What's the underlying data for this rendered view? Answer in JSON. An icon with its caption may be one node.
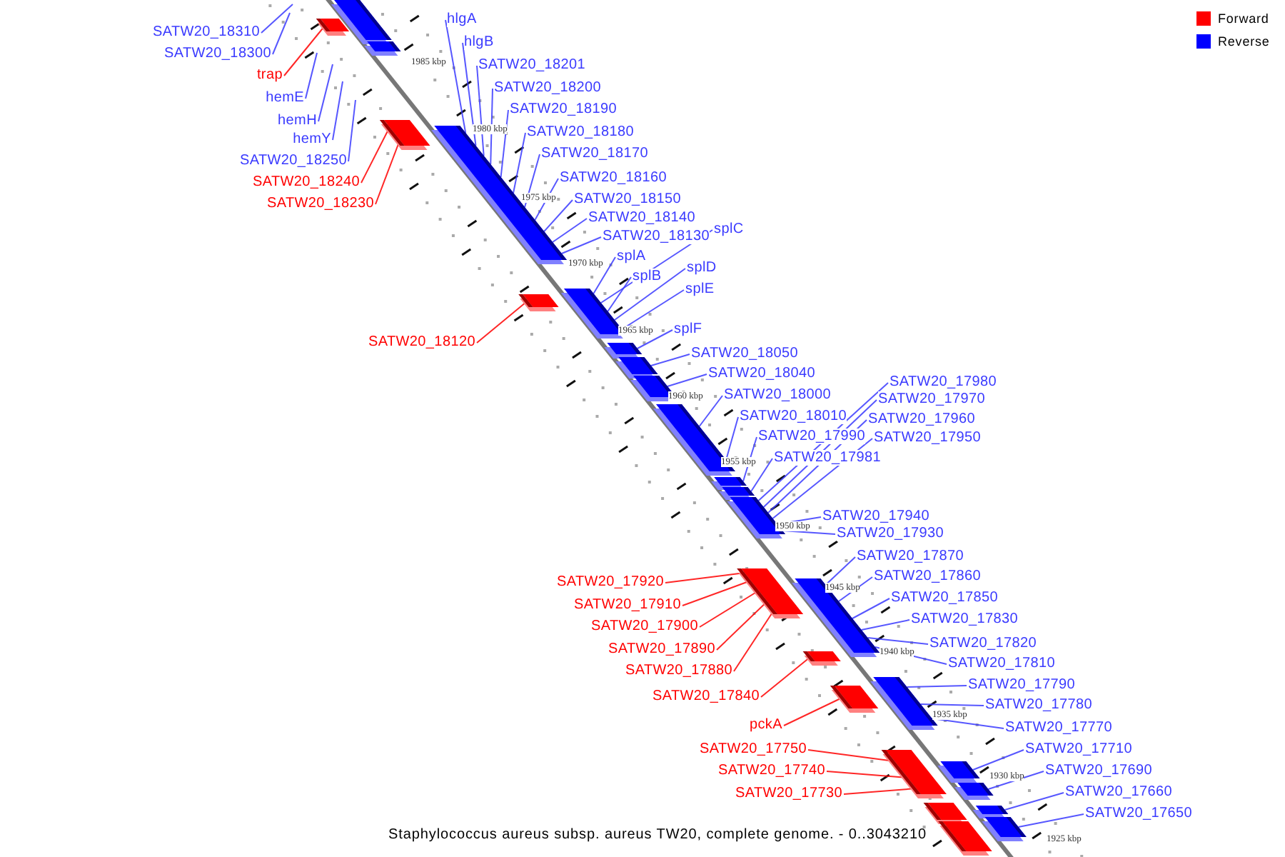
{
  "diagram": {
    "caption": "Staphylococcus aureus subsp. aureus TW20, complete genome. - 0..3043210",
    "nodes": [
      {
        "text": [
          "SATW20_18310"
        ]
      },
      {
        "text": [
          "hlgA"
        ]
      },
      {
        "text": [
          "hlgB"
        ]
      },
      {
        "text": [
          "SATW20_18300"
        ]
      },
      {
        "text": [
          "SATW20_18201"
        ]
      },
      {
        "text": [
          "trap"
        ]
      },
      {
        "text": [
          "SATW20_18200"
        ]
      },
      {
        "text": [
          "hemE"
        ]
      },
      {
        "text": [
          "SATW20_18190"
        ]
      },
      {
        "text": [
          "hemH"
        ]
      },
      {
        "text": [
          "SATW20_18180"
        ]
      },
      {
        "text": [
          "hemY"
        ]
      },
      {
        "text": [
          "SATW20_18170"
        ]
      },
      {
        "text": [
          "SATW20_18250"
        ]
      },
      {
        "text": [
          "SATW20_18160"
        ]
      },
      {
        "text": [
          "SATW20_18240"
        ]
      },
      {
        "text": [
          "SATW20_18150"
        ]
      },
      {
        "text": [
          "SATW20_18230"
        ]
      },
      {
        "text": [
          "SATW20_18140"
        ]
      },
      {
        "text": [
          "splC"
        ]
      },
      {
        "text": [
          "SATW20_18130"
        ]
      },
      {
        "text": [
          "splA"
        ]
      },
      {
        "text": [
          "splD"
        ]
      },
      {
        "text": [
          "splB"
        ]
      },
      {
        "text": [
          "splE"
        ]
      },
      {
        "text": [
          "splF"
        ]
      },
      {
        "text": [
          "SATW20_18120"
        ]
      },
      {
        "text": [
          "SATW20_18050"
        ]
      },
      {
        "text": [
          "SATW20_18040"
        ]
      },
      {
        "text": [
          "SATW20_17980"
        ]
      },
      {
        "text": [
          "SATW20_18000"
        ]
      },
      {
        "text": [
          "SATW20_17970"
        ]
      },
      {
        "text": [
          "SATW20_18010"
        ]
      },
      {
        "text": [
          "SATW20_17960"
        ]
      },
      {
        "text": [
          "SATW20_17990"
        ]
      },
      {
        "text": [
          "SATW20_17950"
        ]
      },
      {
        "text": [
          "SATW20_17981"
        ]
      },
      {
        "text": [
          "SATW20_17940"
        ]
      },
      {
        "text": [
          "SATW20_17930"
        ]
      },
      {
        "text": [
          "SATW20_17870"
        ]
      },
      {
        "text": [
          "SATW20_17860"
        ]
      },
      {
        "text": [
          "SATW20_17920"
        ]
      },
      {
        "text": [
          "SATW20_17850"
        ]
      },
      {
        "text": [
          "SATW20_17910"
        ]
      },
      {
        "text": [
          "SATW20_17830"
        ]
      },
      {
        "text": [
          "SATW20_17900"
        ]
      },
      {
        "text": [
          "SATW20_17820"
        ]
      },
      {
        "text": [
          "SATW20_17890"
        ]
      },
      {
        "text": [
          "SATW20_17810"
        ]
      },
      {
        "text": [
          "SATW20_17880"
        ]
      },
      {
        "text": [
          "SATW20_17790"
        ]
      },
      {
        "text": [
          "SATW20_17840"
        ]
      },
      {
        "text": [
          "SATW20_17780"
        ]
      },
      {
        "text": [
          "pckA"
        ]
      },
      {
        "text": [
          "SATW20_17770"
        ]
      },
      {
        "text": [
          "SATW20_17710"
        ]
      },
      {
        "text": [
          "SATW20_17750"
        ]
      },
      {
        "text": [
          "SATW20_17690"
        ]
      },
      {
        "text": [
          "SATW20_17740"
        ]
      },
      {
        "text": [
          "SATW20_17660"
        ]
      },
      {
        "text": [
          "SATW20_17730"
        ]
      },
      {
        "text": [
          "SATW20_17650"
        ]
      },
      {
        "text": [],
        "shape": "bar"
      },
      {
        "text": [],
        "shape": "bar"
      },
      {
        "text": [],
        "shape": "bar"
      },
      {
        "text": [],
        "shape": "bar"
      },
      {
        "text": [],
        "shape": "bar"
      },
      {
        "text": [],
        "shape": "bar"
      },
      {
        "text": [],
        "shape": "bar"
      },
      {
        "text": [],
        "shape": "bar"
      },
      {
        "text": [],
        "shape": "bar"
      },
      {
        "text": [],
        "shape": "bar"
      },
      {
        "text": [],
        "shape": "bar"
      },
      {
        "text": [],
        "shape": "bar"
      },
      {
        "text": [],
        "shape": "bar"
      },
      {
        "text": [],
        "shape": "bar"
      },
      {
        "text": [],
        "shape": "bar"
      },
      {
        "text": [],
        "shape": "bar"
      },
      {
        "text": [],
        "shape": "bar"
      },
      {
        "text": [],
        "shape": "bar"
      },
      {
        "text": [],
        "shape": "bar"
      },
      {
        "text": [],
        "shape": "bar"
      },
      {
        "text": [],
        "shape": "bar"
      },
      {
        "text": [],
        "shape": "bar"
      },
      {
        "text": [],
        "shape": "bar"
      },
      {
        "text": [],
        "shape": "bar"
      },
      {
        "text": [],
        "shape": "bar"
      },
      {
        "text": [],
        "shape": "bar"
      },
      {
        "text": [],
        "shape": "bar"
      },
      {
        "text": [],
        "shape": "bar"
      },
      {
        "text": [],
        "shape": "bar"
      },
      {
        "text": [],
        "shape": "bar"
      },
      {
        "text": [],
        "shape": "bar"
      },
      {
        "text": [],
        "shape": "bar"
      },
      {
        "text": [],
        "shape": "bar"
      },
      {
        "text": [],
        "shape": "bar"
      },
      {
        "text": [],
        "shape": "bar"
      },
      {
        "text": [],
        "shape": "bar"
      },
      {
        "text": [],
        "shape": "bar"
      },
      {
        "text": [],
        "shape": "bar"
      },
      {
        "text": [],
        "shape": "bar"
      },
      {
        "text": [],
        "shape": "bar"
      },
      {
        "text": [],
        "shape": "bar"
      },
      {
        "text": [],
        "shape": "bar"
      },
      {
        "text": [],
        "shape": "bar"
      },
      {
        "text": [],
        "shape": "bar"
      },
      {
        "text": [],
        "shape": "bar"
      },
      {
        "text": [],
        "shape": "bar"
      },
      {
        "text": [],
        "shape": "bar"
      },
      {
        "text": [],
        "shape": "bar"
      },
      {
        "text": [],
        "shape": "bar"
      },
      {
        "text": [],
        "shape": "bar"
      },
      {
        "text": [],
        "shape": "bar"
      },
      {
        "text": [],
        "shape": "bar"
      },
      {
        "text": [],
        "shape": "bar"
      },
      {
        "text": [],
        "shape": "bar"
      },
      {
        "text": [],
        "shape": "bar"
      },
      {
        "text": [],
        "shape": "bar"
      },
      {
        "text": [],
        "shape": "bar"
      },
      {
        "text": [],
        "shape": "bar"
      },
      {
        "text": [],
        "shape": "bar"
      },
      {
        "text": [],
        "shape": "bar"
      },
      {
        "text": [],
        "shape": "bar"
      },
      {
        "text": [],
        "shape": "bar"
      },
      {
        "text": [],
        "shape": "bar"
      }
    ],
    "edges": [
      {
        "from": 0,
        "to": null,
        "arrow": "none"
      },
      {
        "from": 1,
        "to": 64,
        "arrow": "none"
      },
      {
        "from": 2,
        "to": 66,
        "arrow": "none"
      },
      {
        "from": 3,
        "to": null,
        "arrow": "none"
      },
      {
        "from": 4,
        "to": 67,
        "arrow": "none"
      },
      {
        "from": 5,
        "to": 62,
        "arrow": "none",
        "color": "#ff0000"
      },
      {
        "from": 6,
        "to": 68,
        "arrow": "none"
      },
      {
        "from": 7,
        "to": null,
        "arrow": "none"
      },
      {
        "from": 8,
        "to": 69,
        "arrow": "none"
      },
      {
        "from": 9,
        "to": null,
        "arrow": "none"
      },
      {
        "from": 10,
        "to": 70,
        "arrow": "none"
      },
      {
        "from": 11,
        "to": null,
        "arrow": "none"
      },
      {
        "from": 12,
        "to": 71,
        "arrow": "none"
      },
      {
        "from": 13,
        "to": null,
        "arrow": "none"
      },
      {
        "from": 14,
        "to": 72,
        "arrow": "none"
      },
      {
        "from": 15,
        "to": 63,
        "arrow": "none",
        "color": "#ff0000"
      },
      {
        "from": 16,
        "to": 73,
        "arrow": "none"
      },
      {
        "from": 17,
        "to": 65,
        "arrow": "none",
        "color": "#ff0000"
      },
      {
        "from": 18,
        "to": 74,
        "arrow": "none"
      },
      {
        "from": 19,
        "to": 78,
        "arrow": "none"
      },
      {
        "from": 20,
        "to": 75,
        "arrow": "none"
      },
      {
        "from": 21,
        "to": 76,
        "arrow": "none"
      },
      {
        "from": 22,
        "to": 80,
        "arrow": "none"
      },
      {
        "from": 23,
        "to": 79,
        "arrow": "none"
      },
      {
        "from": 24,
        "to": 81,
        "arrow": "none"
      },
      {
        "from": 25,
        "to": 82,
        "arrow": "none"
      },
      {
        "from": 26,
        "to": 77,
        "arrow": "none",
        "color": "#ff0000"
      },
      {
        "from": 27,
        "to": 83,
        "arrow": "none"
      },
      {
        "from": 28,
        "to": 84,
        "arrow": "none"
      },
      {
        "from": 29,
        "to": 89,
        "arrow": "none"
      },
      {
        "from": 30,
        "to": 85,
        "arrow": "none"
      },
      {
        "from": 31,
        "to": 90,
        "arrow": "none"
      },
      {
        "from": 32,
        "to": 86,
        "arrow": "none"
      },
      {
        "from": 33,
        "to": 91,
        "arrow": "none"
      },
      {
        "from": 34,
        "to": 87,
        "arrow": "none"
      },
      {
        "from": 35,
        "to": 92,
        "arrow": "none"
      },
      {
        "from": 36,
        "to": 88,
        "arrow": "none"
      },
      {
        "from": 37,
        "to": 93,
        "arrow": "none"
      },
      {
        "from": 38,
        "to": 94,
        "arrow": "none"
      },
      {
        "from": 39,
        "to": 97,
        "arrow": "none"
      },
      {
        "from": 40,
        "to": 99,
        "arrow": "none"
      },
      {
        "from": 41,
        "to": 95,
        "arrow": "none",
        "color": "#ff0000"
      },
      {
        "from": 42,
        "to": 102,
        "arrow": "none"
      },
      {
        "from": 43,
        "to": 96,
        "arrow": "none",
        "color": "#ff0000"
      },
      {
        "from": 44,
        "to": 103,
        "arrow": "none"
      },
      {
        "from": 45,
        "to": 98,
        "arrow": "none",
        "color": "#ff0000"
      },
      {
        "from": 46,
        "to": 104,
        "arrow": "none"
      },
      {
        "from": 47,
        "to": 100,
        "arrow": "none",
        "color": "#ff0000"
      },
      {
        "from": 48,
        "to": 105,
        "arrow": "none"
      },
      {
        "from": 49,
        "to": 101,
        "arrow": "none",
        "color": "#ff0000"
      },
      {
        "from": 50,
        "to": 107,
        "arrow": "none"
      },
      {
        "from": 51,
        "to": 106,
        "arrow": "none",
        "color": "#ff0000"
      },
      {
        "from": 52,
        "to": 109,
        "arrow": "none"
      },
      {
        "from": 53,
        "to": 108,
        "arrow": "none",
        "color": "#ff0000"
      },
      {
        "from": 54,
        "to": 110,
        "arrow": "none"
      },
      {
        "from": 55,
        "to": 112,
        "arrow": "none"
      },
      {
        "from": 56,
        "to": 111,
        "arrow": "none",
        "color": "#ff0000"
      },
      {
        "from": 57,
        "to": 114,
        "arrow": "none"
      },
      {
        "from": 58,
        "to": 113,
        "arrow": "none",
        "color": "#ff0000"
      },
      {
        "from": 59,
        "to": 116,
        "arrow": "none"
      },
      {
        "from": 60,
        "to": 115,
        "arrow": "none",
        "color": "#ff0000"
      },
      {
        "from": 61,
        "to": 117,
        "arrow": "none"
      }
    ],
    "labels": [
      "1985 kbp",
      "1980 kbp",
      "1975 kbp",
      "1970 kbp",
      "1965 kbp",
      "1960 kbp",
      "1955 kbp",
      "1950 kbp",
      "1945 kbp",
      "1940 kbp",
      "1935 kbp",
      "1930 kbp",
      "1925 kbp"
    ],
    "legend": [
      {
        "text": "Forward",
        "color": "#ff0000"
      },
      {
        "text": "Reverse",
        "color": "#0000ff"
      }
    ]
  }
}
